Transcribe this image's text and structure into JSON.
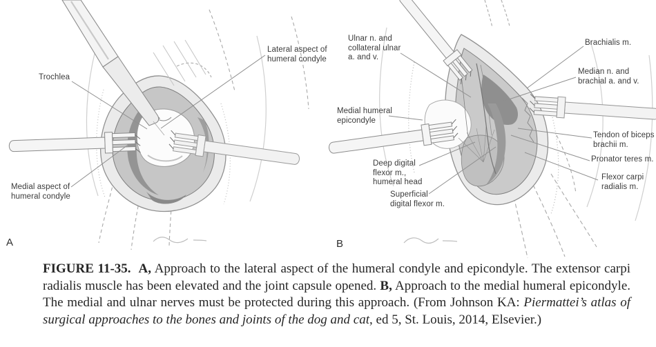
{
  "panel_a": {
    "letter": "A",
    "labels": {
      "trochlea": "Trochlea",
      "lateral_aspect": "Lateral aspect of\nhumeral condyle",
      "medial_aspect": "Medial aspect of\nhumeral condyle"
    }
  },
  "panel_b": {
    "letter": "B",
    "labels": {
      "ulnar": "Ulnar n. and\ncollateral ulnar\na. and v.",
      "brachialis": "Brachialis m.",
      "median": "Median n. and\nbrachial a. and v.",
      "medial_epicondyle": "Medial humeral\nepicondyle",
      "tendon_biceps": "Tendon of biceps\nbrachii m.",
      "pronator_teres": "Pronator teres m.",
      "flexor_carpi": "Flexor carpi\nradialis m.",
      "deep_digital": "Deep digital\nflexor m.,\nhumeral head",
      "superficial_digital": "Superficial\ndigital flexor m."
    }
  },
  "caption": {
    "figure_label": "FIGURE 11-35.",
    "a_label": "A,",
    "a_text": " Approach to the lateral aspect of the humeral condyle and epicondyle. The extensor carpi radialis muscle has been elevated and the joint capsule opened. ",
    "b_label": "B,",
    "b_text": " Approach to the medial humeral epicondyle. The medial and ulnar nerves must be protected during this approach. (From Johnson KA: ",
    "book_title": "Piermattei’s atlas of surgical approaches to the bones and joints of the dog and cat",
    "source_suffix": ", ed 5, St. Louis, 2014, Elsevier.)"
  },
  "colors": {
    "caption_ink": "#262626",
    "label_ink": "#3a3a3a",
    "leader_line": "#8f8f8f",
    "sketch_gray": "#c9c9c9"
  }
}
